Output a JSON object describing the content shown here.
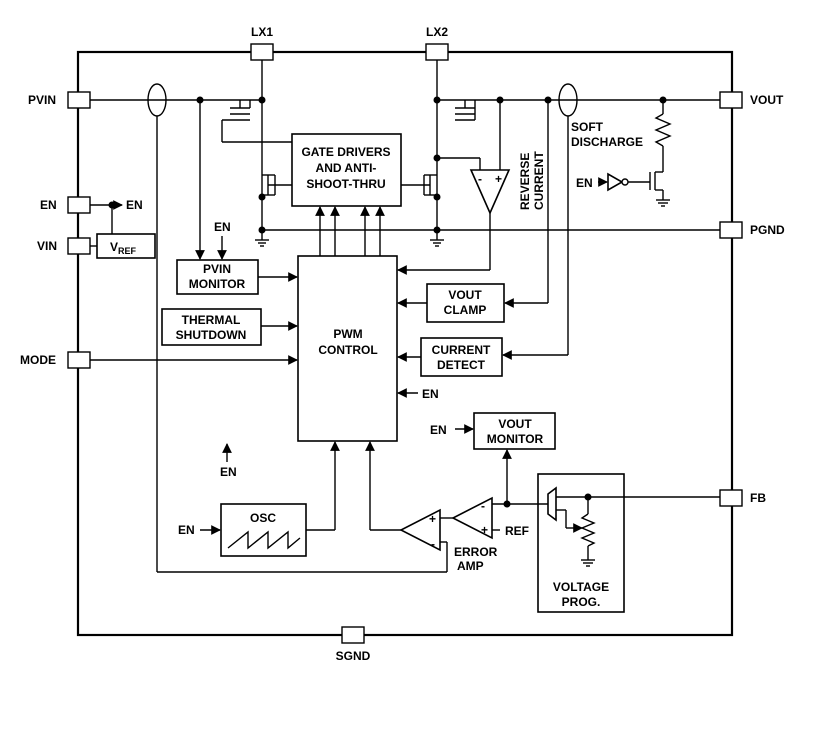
{
  "pins": {
    "lx1": "LX1",
    "lx2": "LX2",
    "pvin": "PVIN",
    "vout": "VOUT",
    "en": "EN",
    "vin": "VIN",
    "pgnd": "PGND",
    "mode": "MODE",
    "fb": "FB",
    "sgnd": "SGND"
  },
  "blocks": {
    "gate_drivers": [
      "GATE DRIVERS",
      "AND ANTI-",
      "SHOOT-THRU"
    ],
    "vref": {
      "main": "V",
      "sub": "REF"
    },
    "pvin_monitor": [
      "PVIN",
      "MONITOR"
    ],
    "thermal_shutdown": [
      "THERMAL",
      "SHUTDOWN"
    ],
    "pwm_control": [
      "PWM",
      "CONTROL"
    ],
    "vout_clamp": [
      "VOUT",
      "CLAMP"
    ],
    "current_detect": [
      "CURRENT",
      "DETECT"
    ],
    "vout_monitor": [
      "VOUT",
      "MONITOR"
    ],
    "osc": "OSC",
    "voltage_prog": [
      "VOLTAGE",
      "PROG."
    ]
  },
  "labels": {
    "en": "EN",
    "reverse_current": [
      "REVERSE",
      "CURRENT"
    ],
    "soft_discharge": [
      "SOFT",
      "DISCHARGE"
    ],
    "ref": "REF",
    "error_amp": [
      "ERROR",
      "AMP"
    ],
    "plus": "+",
    "minus": "-"
  }
}
